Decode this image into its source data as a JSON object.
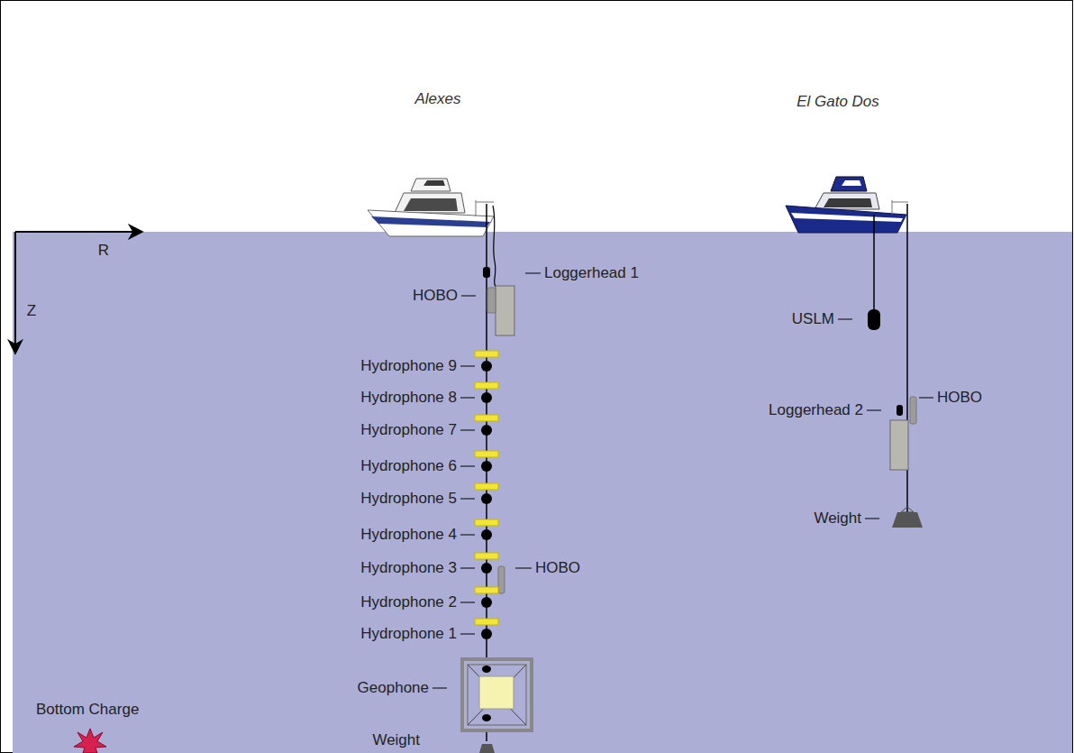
{
  "diagram": {
    "labels": [
      "Alexes",
      "El Gato Dos",
      "R",
      "Z",
      "Loggerhead 1",
      "HOBO",
      "Hydrophone 9",
      "Hydrophone 8",
      "Hydrophone 7",
      "Hydrophone 6",
      "Hydrophone 5",
      "Hydrophone 4",
      "Hydrophone 3",
      "Hydrophone 2",
      "Hydrophone 1",
      "HOBO",
      "Geophone",
      "Bottom Charge",
      "Weight",
      "USLM",
      "HOBO",
      "Loggerhead 2",
      "Weight"
    ]
  }
}
